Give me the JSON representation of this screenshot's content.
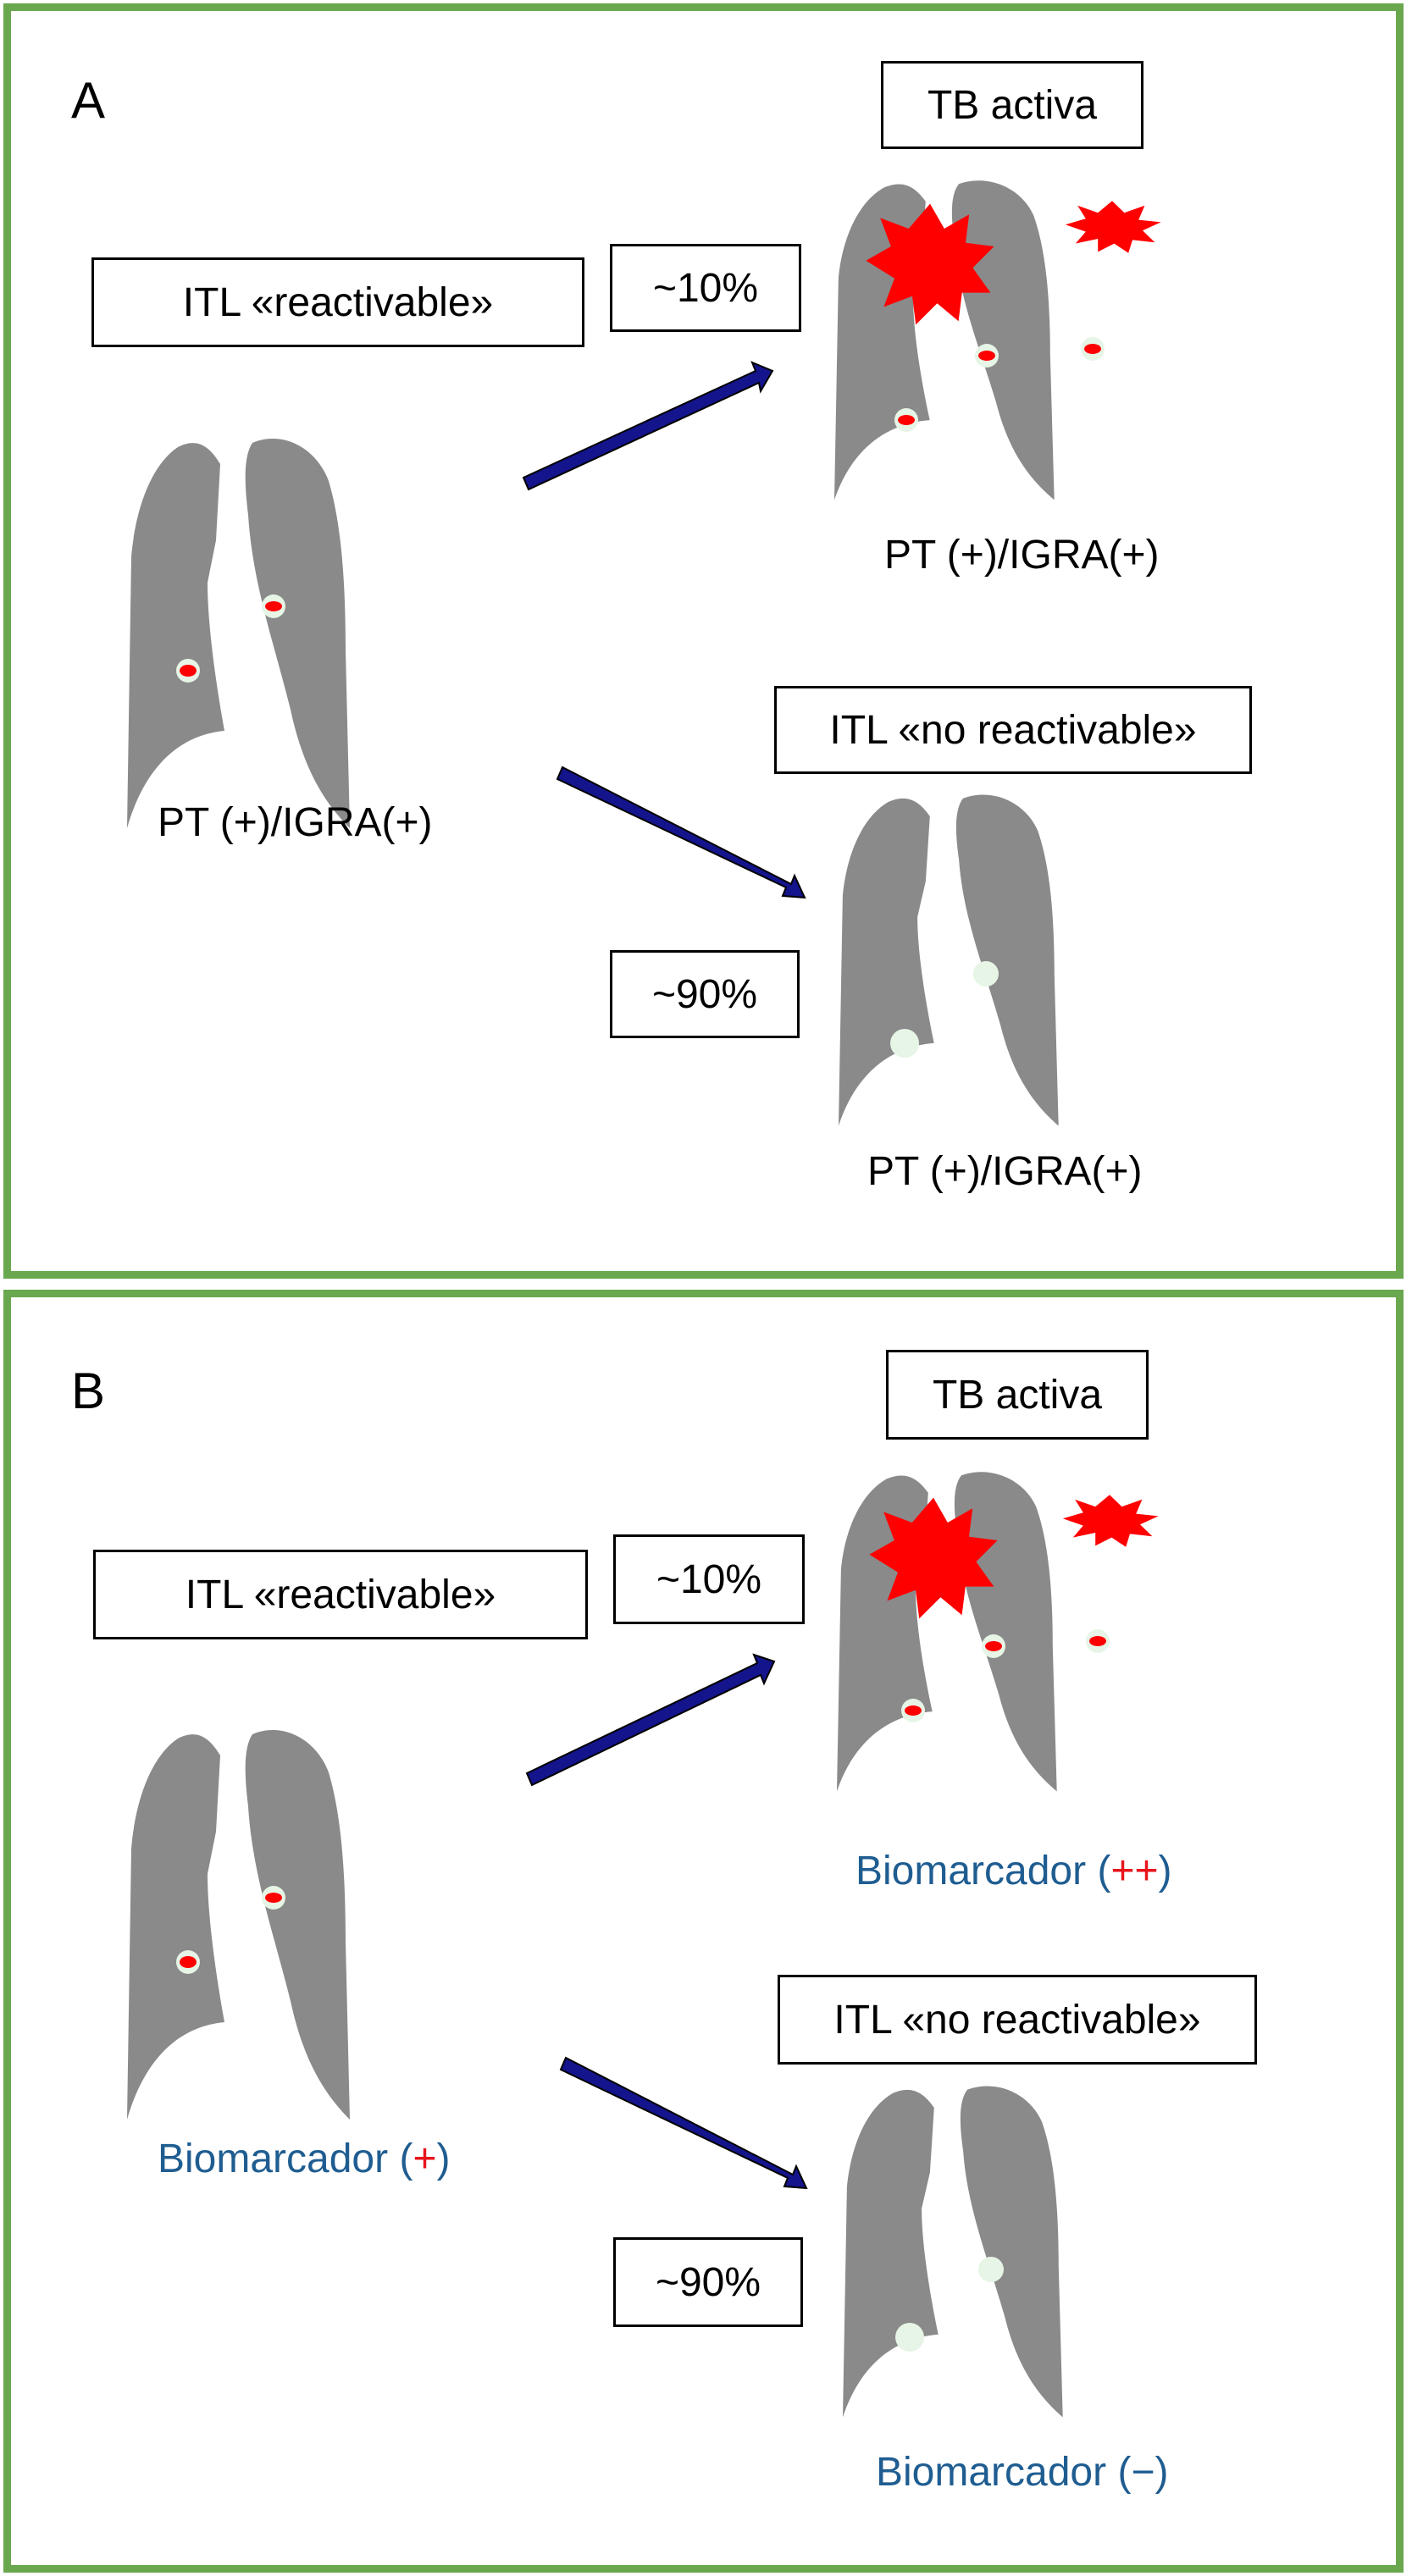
{
  "colors": {
    "border": "#6aa84f",
    "lung": "#8a8a8a",
    "lesion": "#ff0000",
    "granuloma_halo": "#e6f5e6",
    "arrow": "#14148c",
    "biomarker_text": "#1f5d91",
    "biomarker_sign": "#e8141c"
  },
  "icons": [
    "lung-icon",
    "lesion-icon",
    "granuloma-icon",
    "arrow-icon"
  ],
  "panel_a": {
    "letter": "A",
    "latent_reactivable": "ITL «reactivable»",
    "latent_no_reactivable": "ITL «no reactivable»",
    "active": "TB activa",
    "pct_active": "~10%",
    "pct_inactive": "~90%",
    "test_source": "PT (+)/IGRA(+)",
    "test_active": "PT (+)/IGRA(+)",
    "test_inactive": "PT (+)/IGRA(+)"
  },
  "panel_b": {
    "letter": "B",
    "latent_reactivable": "ITL «reactivable»",
    "latent_no_reactivable": "ITL «no reactivable»",
    "active": "TB activa",
    "pct_active": "~10%",
    "pct_inactive": "~90%",
    "biomarker_word": "Biomarcador",
    "sign_source": "+",
    "sign_active": "++",
    "sign_inactive": "−",
    "paren_open": "(",
    "paren_close": ")"
  }
}
